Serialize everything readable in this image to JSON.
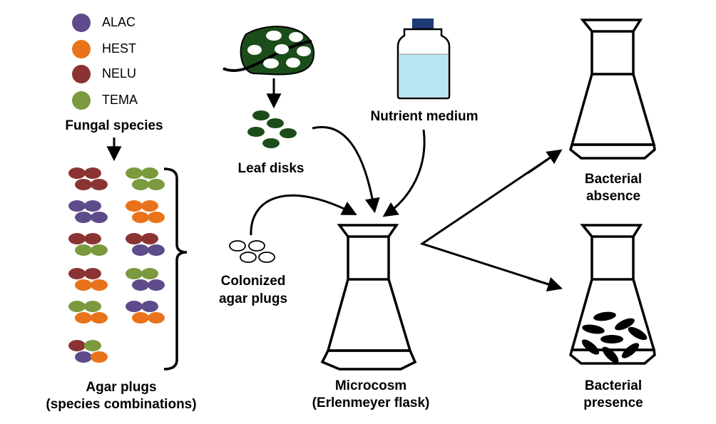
{
  "legend": {
    "items": [
      {
        "code": "ALAC",
        "color": "#5e4b8b"
      },
      {
        "code": "HEST",
        "color": "#e8731a"
      },
      {
        "code": "NELU",
        "color": "#8b3333"
      },
      {
        "code": "TEMA",
        "color": "#7b9a3e"
      }
    ],
    "title": "Fungal species"
  },
  "labels": {
    "leaf_disks": "Leaf disks",
    "nutrient_medium": "Nutrient medium",
    "colonized_line1": "Colonized",
    "colonized_line2": "agar plugs",
    "agar_line1": "Agar plugs",
    "agar_line2": "(species combinations)",
    "microcosm_line1": "Microcosm",
    "microcosm_line2": "(Erlenmeyer flask)",
    "absence_line1": "Bacterial",
    "absence_line2": "absence",
    "presence_line1": "Bacterial",
    "presence_line2": "presence"
  },
  "colors": {
    "leaf": "#1b4d1b",
    "medium": "#b8e6f2",
    "cap": "#1f3a78",
    "bacteria": "#000000"
  },
  "combinations": [
    [
      "NELU",
      "NELU"
    ],
    [
      "TEMA",
      "TEMA"
    ],
    [
      "ALAC",
      "ALAC"
    ],
    [
      "HEST",
      "HEST"
    ],
    [
      "NELU",
      "TEMA"
    ],
    [
      "NELU",
      "ALAC"
    ],
    [
      "NELU",
      "HEST"
    ],
    [
      "TEMA",
      "ALAC"
    ],
    [
      "TEMA",
      "HEST"
    ],
    [
      "ALAC",
      "HEST"
    ],
    [
      "NELU",
      "TEMA",
      "ALAC",
      "HEST"
    ]
  ]
}
